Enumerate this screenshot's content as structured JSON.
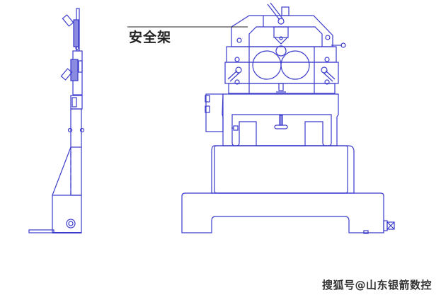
{
  "diagram": {
    "title": "Machine side and front elevation drawing",
    "callout_label": "安全架",
    "callout_target": "safety-frame",
    "line_color": "#3a3acc",
    "callout_line_color": "#222222",
    "views": [
      {
        "name": "side-view",
        "description": "Left side elevation with tall vertical column"
      },
      {
        "name": "front-view",
        "description": "Front elevation with twin rollers, safety frame and base"
      }
    ]
  },
  "watermark": {
    "text": "搜狐号@山东银箭数控"
  }
}
